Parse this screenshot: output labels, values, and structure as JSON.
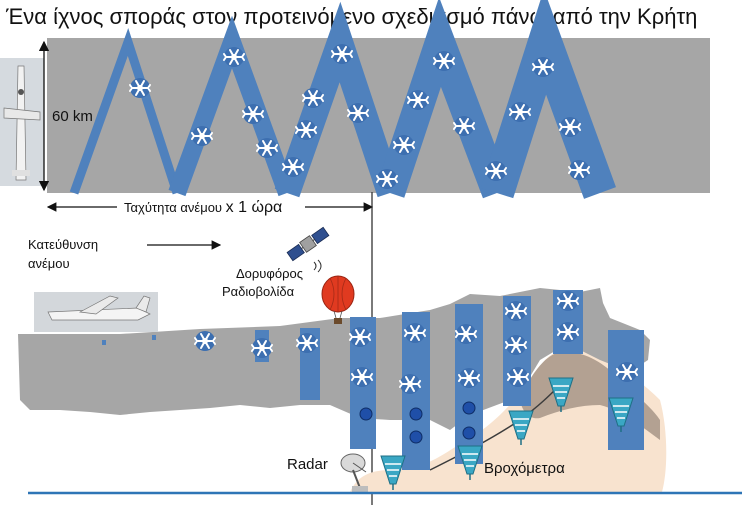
{
  "title": "Ένα ίχνος σποράς στον προτεινόμενο σχεδιασμό πάνω από την Κρήτη",
  "top_panel": {
    "height_label": "60 km",
    "wind_label_prefix": "Ταχύτητα ανέμου ",
    "wind_label_suffix": "x 1 ώρα"
  },
  "bottom_panel": {
    "wind_dir_line1": "Κατεύθυνση",
    "wind_dir_line2": "ανέμου",
    "satellite_label": "Δορυφόρος",
    "radiosonde_label": "Ραδιοβολίδα",
    "radar_label": "Radar",
    "raingauge_label": "Βροχόμετρα"
  },
  "colors": {
    "cloud_gray": "#a6a6a6",
    "track_blue": "#4f81bd",
    "land_beige": "#f8e3cf",
    "mountain_brown": "#b3a192",
    "sea_line": "#2e75b6",
    "balloon_red": "#e03a20",
    "snow_white": "#ffffff"
  },
  "icons": [
    "aircraft-photo",
    "snowflake-icon",
    "satellite-icon",
    "balloon-icon",
    "radar-dish-icon",
    "rain-gauge-icon",
    "raindrop-icon"
  ]
}
